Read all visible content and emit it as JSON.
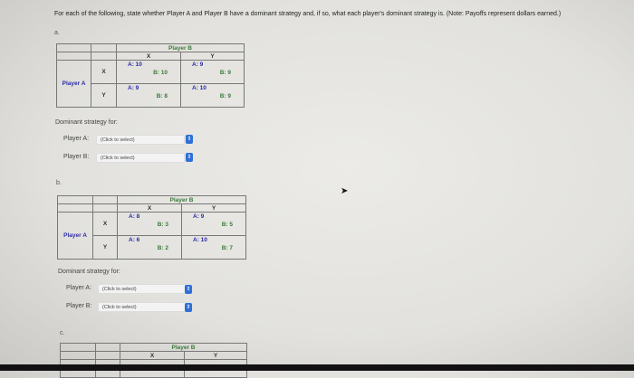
{
  "question": "For each of the following, state whether Player A and Player B have a dominant strategy and, if so, what each player's dominant strategy is. (Note: Payoffs represent dollars earned.)",
  "parts": [
    {
      "label": "a.",
      "player_b": "Player B",
      "player_a": "Player A",
      "col_x": "X",
      "col_y": "Y",
      "row_x": "X",
      "row_y": "Y",
      "cells": {
        "xx": {
          "a": "A: 10",
          "b": "B: 10"
        },
        "xy": {
          "a": "A: 9",
          "b": "B: 9"
        },
        "yx": {
          "a": "A: 9",
          "b": "B: 8"
        },
        "yy": {
          "a": "A: 10",
          "b": "B: 9"
        }
      },
      "dominant_label": "Dominant strategy for:",
      "a_label": "Player A:",
      "b_label": "Player B:",
      "a_value": "(Click to select)",
      "b_value": "(Click to select)"
    },
    {
      "label": "b.",
      "player_b": "Player B",
      "player_a": "Player A",
      "col_x": "X",
      "col_y": "Y",
      "row_x": "X",
      "row_y": "Y",
      "cells": {
        "xx": {
          "a": "A: 8",
          "b": "B: 3"
        },
        "xy": {
          "a": "A: 9",
          "b": "B: 5"
        },
        "yx": {
          "a": "A: 6",
          "b": "B: 2"
        },
        "yy": {
          "a": "A: 10",
          "b": "B: 7"
        }
      },
      "dominant_label": "Dominant strategy for:",
      "a_label": "Player A:",
      "b_label": "Player B:",
      "a_value": "(Click to select)",
      "b_value": "(Click to select)"
    },
    {
      "label": "c.",
      "player_b": "Player B",
      "col_x": "X",
      "col_y": "Y"
    }
  ],
  "icons": {
    "select": "stepper-arrows-icon",
    "cursor": "mouse-pointer-icon"
  },
  "colors": {
    "player_a": "#2a2aa8",
    "player_b": "#3b7a3b",
    "select_button": "#2f6fd6"
  }
}
